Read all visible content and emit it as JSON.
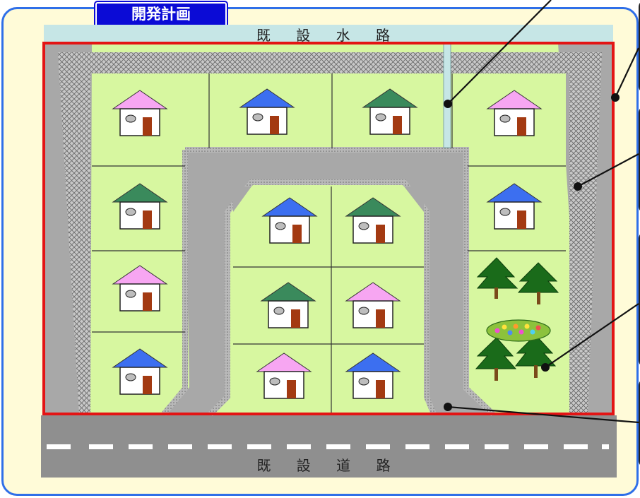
{
  "title_tab": {
    "label": "開発計画"
  },
  "waterway": {
    "label": "既 設 水 路"
  },
  "road": {
    "label": "既 設 道 路"
  },
  "colors": {
    "frame_border": "#2f6fe8",
    "frame_fill": "#fffbd8",
    "boundary_red": "#e31414",
    "lot_green": "#d7f7a0",
    "road_gray": "#a8a8a8",
    "existing_road": "#8f8f8f",
    "waterway": "#c6e6e6",
    "tab_blue": "#0b0bd6"
  },
  "house_roof_colors": {
    "pink": "#f7a6f2",
    "blue": "#3c6ff0",
    "green": "#3a8a5c"
  },
  "houses": [
    {
      "roof": "pink"
    },
    {
      "roof": "blue"
    },
    {
      "roof": "green"
    },
    {
      "roof": "pink"
    },
    {
      "roof": "green"
    },
    {
      "roof": "blue"
    },
    {
      "roof": "pink"
    },
    {
      "roof": "blue"
    },
    {
      "roof": "blue"
    },
    {
      "roof": "green"
    },
    {
      "roof": "green"
    },
    {
      "roof": "pink"
    },
    {
      "roof": "pink"
    },
    {
      "roof": "blue"
    }
  ],
  "icons": [
    "house-icon",
    "tree-icon",
    "flower-bed-icon",
    "callout-dot-icon"
  ]
}
